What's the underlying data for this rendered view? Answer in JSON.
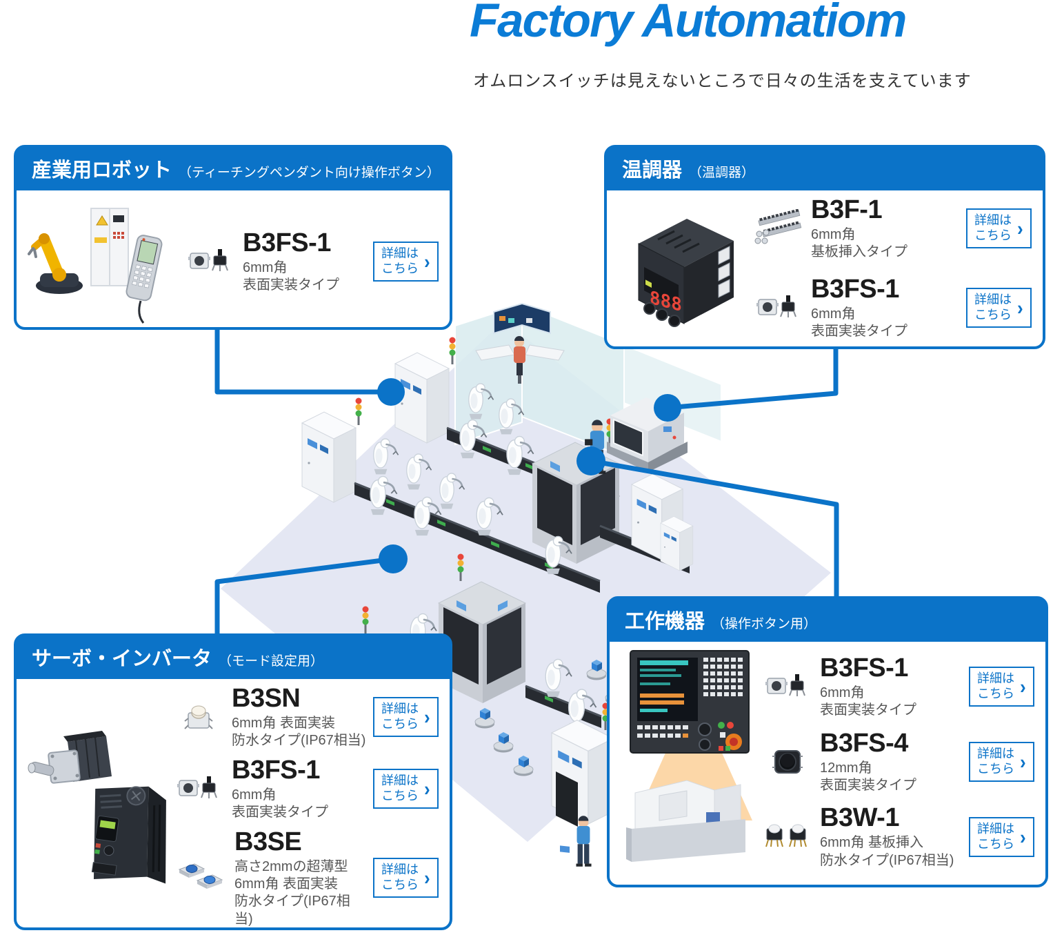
{
  "title": "Factory Automatiom",
  "subtitle": "オムロンスイッチは見えないところで日々の生活を支えています",
  "detail_button": {
    "line1": "詳細は",
    "line2": "こちら",
    "chevron": "›"
  },
  "colors": {
    "primary": "#0b73c8",
    "title_blue": "#0b7cd6",
    "floor": "#e4e7f3"
  },
  "illustration": {
    "temp_controller_display": "888"
  },
  "boxes": [
    {
      "id": "industrial-robot",
      "title": "産業用ロボット",
      "subtitle": "（ティーチングペンダント向け操作ボタン）",
      "image": "industrial-robot-and-teaching-pendant",
      "products": [
        {
          "name": "B3FS-1",
          "icon": "b3fs-1-switch-pair",
          "desc": [
            "6mm角",
            "表面実装タイプ"
          ]
        }
      ]
    },
    {
      "id": "temperature-controller",
      "title": "温調器",
      "subtitle": "（温調器）",
      "image": "temperature-controller",
      "products": [
        {
          "name": "B3F-1",
          "icon": "b3f-1-switch-strip",
          "desc": [
            "6mm角",
            "基板挿入タイプ"
          ]
        },
        {
          "name": "B3FS-1",
          "icon": "b3fs-1-switch-pair",
          "desc": [
            "6mm角",
            "表面実装タイプ"
          ]
        }
      ]
    },
    {
      "id": "servo-inverter",
      "title": "サーボ・インバータ",
      "subtitle": "（モード設定用）",
      "image": "servo-motor-and-inverter",
      "products": [
        {
          "name": "B3SN",
          "icon": "b3sn-switch",
          "desc": [
            "6mm角 表面実装",
            "防水タイプ(IP67相当)"
          ]
        },
        {
          "name": "B3FS-1",
          "icon": "b3fs-1-switch-pair",
          "desc": [
            "6mm角",
            "表面実装タイプ"
          ]
        },
        {
          "name": "B3SE",
          "icon": "b3se-switch-pair",
          "desc": [
            "高さ2mmの超薄型",
            "6mm角 表面実装",
            "防水タイプ(IP67相当)"
          ]
        }
      ]
    },
    {
      "id": "machine-tools",
      "title": "工作機器",
      "subtitle": "（操作ボタン用）",
      "image": "cnc-control-panel-and-machine",
      "products": [
        {
          "name": "B3FS-1",
          "icon": "b3fs-1-switch-pair",
          "desc": [
            "6mm角",
            "表面実装タイプ"
          ]
        },
        {
          "name": "B3FS-4",
          "icon": "b3fs-4-switch",
          "desc": [
            "12mm角",
            "表面実装タイプ"
          ]
        },
        {
          "name": "B3W-1",
          "icon": "b3w-1-switch-pair",
          "desc": [
            "6mm角 基板挿入",
            "防水タイプ(IP67相当)"
          ]
        }
      ]
    }
  ]
}
